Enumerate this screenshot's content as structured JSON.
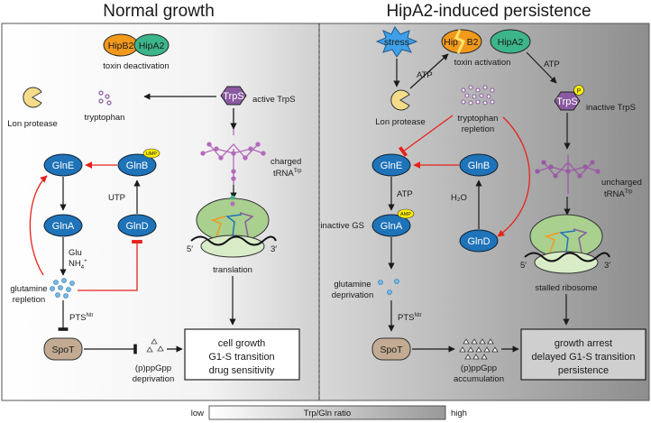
{
  "titles": {
    "normal": "Normal growth",
    "persistence": "HipA2-induced persistence"
  },
  "normal": {
    "hipb2": "HipB2",
    "hipa2": "HipA2",
    "toxin_deactivation": "toxin deactivation",
    "trps": "TrpS",
    "active_trps": "active TrpS",
    "lon_protease": "Lon protease",
    "tryptophan": "tryptophan",
    "charged_trna": "charged",
    "trna_main": "tRNA",
    "trna_sup": "Trp",
    "glne": "GlnE",
    "glnb": "GlnB",
    "ump": "UMP",
    "utp": "UTP",
    "glna": "GlnA",
    "glnd": "GlnD",
    "glu": "Glu",
    "nh4": "NH",
    "nh4_sub": "4",
    "nh4_sup": "+",
    "glutamine": "glutamine",
    "repletion": "repletion",
    "ptsntr": "PTS",
    "ptsntr_sup": "Ntr",
    "spot": "SpoT",
    "ppgpp": "(p)ppGpp",
    "deprivation": "deprivation",
    "five": "5′",
    "three": "3′",
    "translation": "translation",
    "outcome": [
      "cell growth",
      "G1-S transition",
      "drug sensitivity"
    ]
  },
  "persistence": {
    "stress": "stress",
    "atp1": "ATP",
    "hip_b2": "Hip",
    "hip_b2_b": "B2",
    "hipa2": "HipA2",
    "toxin_activation": "toxin activation",
    "atp2": "ATP",
    "p": "P",
    "trps": "TrpS",
    "inactive_trps": "inactive TrpS",
    "lon_protease": "Lon protease",
    "tryptophan": "tryptophan",
    "repletion": "repletion",
    "glne": "GlnE",
    "glnb": "GlnB",
    "atp3": "ATP",
    "h2o": "H₂O",
    "inactive_gs": "inactive GS",
    "glna": "GlnA",
    "amp": "AMP",
    "glnd": "GlnD",
    "uncharged_trna": "uncharged",
    "trna_main": "tRNA",
    "trna_sup": "Trp",
    "glutamine": "glutamine",
    "deprivation": "deprivation",
    "ptsntr": "PTS",
    "ptsntr_sup": "Ntr",
    "spot": "SpoT",
    "ppgpp": "(p)ppGpp",
    "accumulation": "accumulation",
    "five": "5′",
    "three": "3′",
    "stalled": "stalled ribosome",
    "outcome": [
      "growth arrest",
      "delayed G1-S transition",
      "persistence"
    ]
  },
  "legend": {
    "low": "low",
    "ratio": "Trp/Gln ratio",
    "high": "high"
  },
  "colors": {
    "gln_blue": "#1f73b8",
    "hipb2_orange": "#f2991c",
    "hipa2_green": "#3cb58a",
    "trps_purple": "#8a5aa0",
    "trna_purple": "#b469bd",
    "spot_tan": "#c2ab92",
    "lon_yellow": "#f5dc8a",
    "inhibit_red": "#e8211a",
    "stress_blue": "#3fa0e8",
    "ribosome_green": "#a9d08e",
    "ump_yellow": "#ffee00"
  }
}
